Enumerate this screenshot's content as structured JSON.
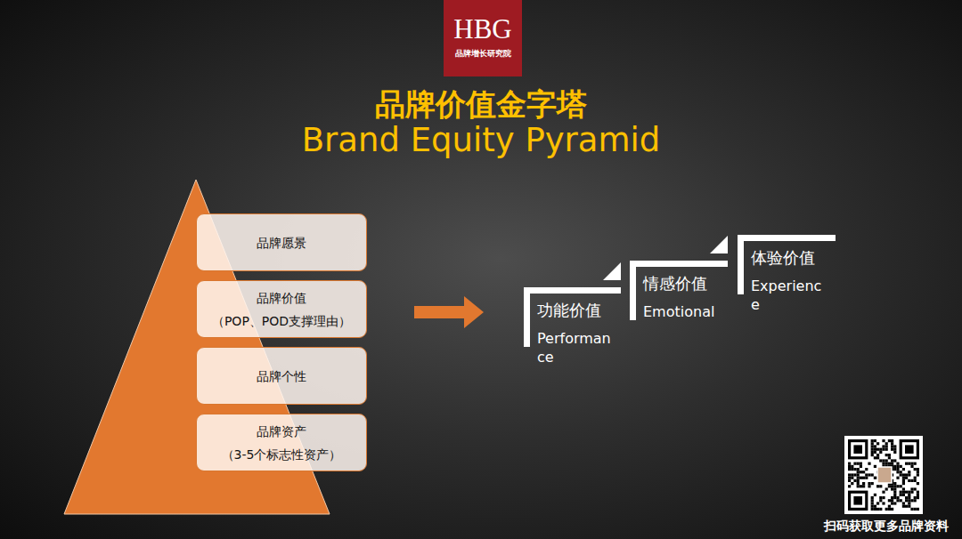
{
  "diagram": {
    "title": "品牌价值金字塔",
    "nodes": [
      {
        "text": [
          "HBG",
          "品牌增长研究院"
        ]
      },
      {
        "text": [
          "品牌愿景"
        ]
      },
      {
        "text": [
          "品牌价值",
          "（POP、POD支撑理由）"
        ]
      },
      {
        "text": [
          "品牌个性"
        ]
      },
      {
        "text": [
          "品牌资产",
          "（3-5个标志性资产）"
        ]
      },
      {
        "text": [
          "功能价值",
          "Performance"
        ]
      },
      {
        "text": [
          "情感价值",
          "Emotional"
        ]
      },
      {
        "text": [
          "体验价值",
          "Experience"
        ]
      }
    ],
    "labels": [
      "Brand Equity Pyramid",
      "扫码获取更多品牌资料"
    ]
  }
}
